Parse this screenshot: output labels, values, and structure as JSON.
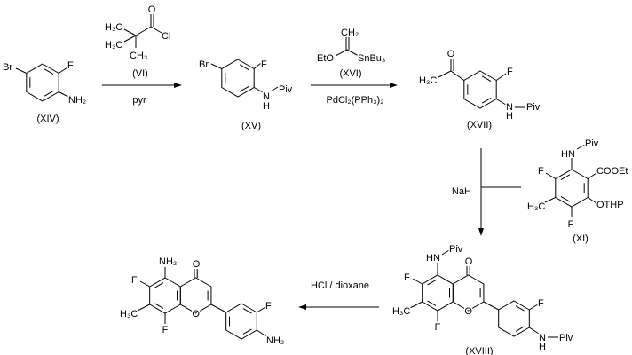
{
  "compounds": {
    "xiv": {
      "label": "(XIV)",
      "br": "Br",
      "f": "F",
      "nh2": "NH₂"
    },
    "vi": {
      "label": "(VI)",
      "o": "O",
      "cl": "Cl",
      "h3c_top": "H₃C",
      "h3c_bottom": "H₃C",
      "ch3": "CH₃"
    },
    "xv": {
      "label": "(XV)",
      "br": "Br",
      "f": "F",
      "n": "N",
      "h": "H",
      "piv": "Piv"
    },
    "xvi": {
      "label": "(XVI)",
      "ch2": "CH₂",
      "eto": "EtO",
      "snbu3": "SnBu₃"
    },
    "xvii": {
      "label": "(XVII)",
      "o": "O",
      "h3c": "H₃C",
      "f": "F",
      "n": "N",
      "h": "H",
      "piv": "Piv"
    },
    "xi": {
      "label": "(XI)",
      "hn": "HN",
      "piv": "Piv",
      "f_top": "F",
      "cooet": "COOEt",
      "othp": "OTHP",
      "h3c": "H₃C",
      "f_bottom": "F"
    },
    "xviii": {
      "label": "(XVIII)",
      "hn": "HN",
      "piv": "Piv",
      "o_carbonyl": "O",
      "o_ring": "O",
      "f6": "F",
      "h3c": "H₃C",
      "f8": "F",
      "f_aryl": "F",
      "n": "N",
      "h": "H",
      "piv2": "Piv"
    },
    "product": {
      "nh2": "NH₂",
      "o_carbonyl": "O",
      "o_ring": "O",
      "f6": "F",
      "h3c": "H₃C",
      "f8": "F",
      "f_aryl": "F",
      "nh2_aryl": "NH₂"
    }
  },
  "reactions": {
    "step1": {
      "conditions": "pyr"
    },
    "step2": {
      "conditions": "PdCl₂(PPh₃)₂"
    },
    "step3": {
      "reagent": "NaH"
    },
    "step4": {
      "conditions": "HCl / dioxane"
    }
  }
}
